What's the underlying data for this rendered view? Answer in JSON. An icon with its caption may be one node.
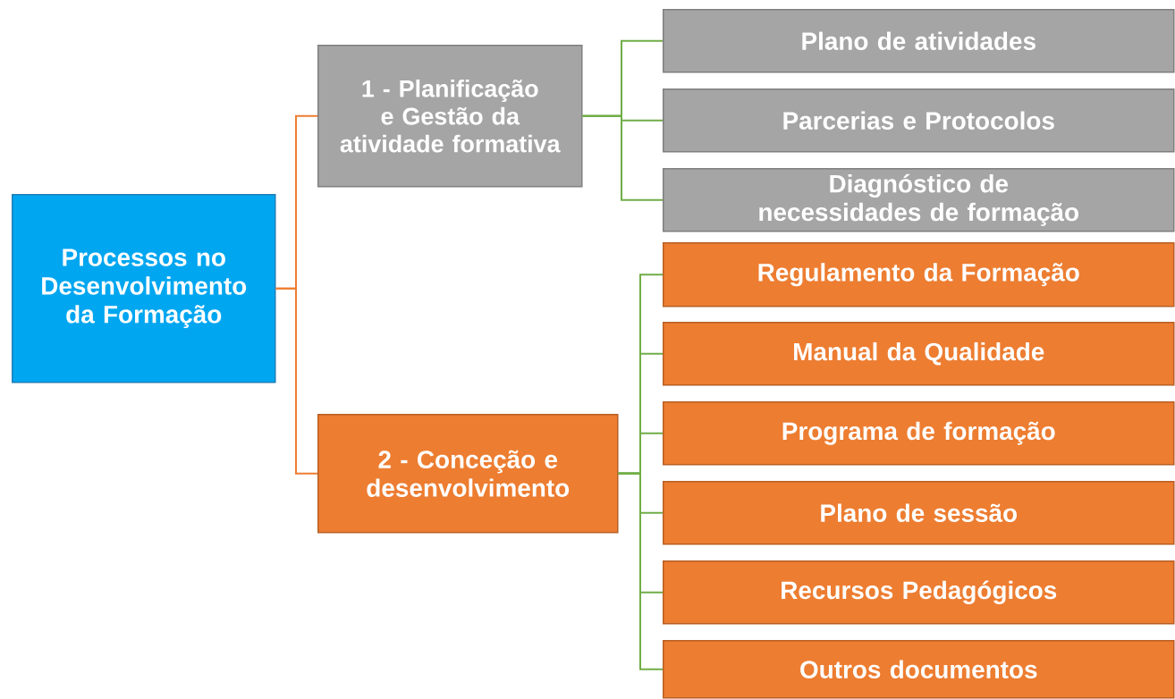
{
  "diagram": {
    "nodes": [
      {
        "text": [
          "Processos no Desenvolvimento da Formação"
        ]
      },
      {
        "text": [
          "1 - Planificação e Gestão da atividade formativa"
        ]
      },
      {
        "text": [
          "2 - Conceção e desenvolvimento"
        ]
      },
      {
        "text": [
          "Plano de atividades"
        ]
      },
      {
        "text": [
          "Parcerias e Protocolos"
        ]
      },
      {
        "text": [
          "Diagnóstico de necessidades de formação"
        ]
      },
      {
        "text": [
          "Regulamento da Formação"
        ]
      },
      {
        "text": [
          "Manual da Qualidade"
        ]
      },
      {
        "text": [
          "Programa de formação"
        ]
      },
      {
        "text": [
          "Plano de sessão"
        ]
      },
      {
        "text": [
          "Recursos Pedagógicos"
        ]
      },
      {
        "text": [
          "Outros documentos"
        ]
      }
    ],
    "edges": [
      {
        "from": 0,
        "to": 1,
        "arrow": "none",
        "color": "#ed7d31"
      },
      {
        "from": 0,
        "to": 2,
        "arrow": "none",
        "color": "#ed7d31"
      },
      {
        "from": 1,
        "to": 3,
        "arrow": "none"
      },
      {
        "from": 1,
        "to": 4,
        "arrow": "none"
      },
      {
        "from": 1,
        "to": 5,
        "arrow": "none"
      },
      {
        "from": 2,
        "to": 6,
        "arrow": "none"
      },
      {
        "from": 2,
        "to": 7,
        "arrow": "none"
      },
      {
        "from": 2,
        "to": 8,
        "arrow": "none"
      },
      {
        "from": 2,
        "to": 9,
        "arrow": "none"
      },
      {
        "from": 2,
        "to": 10,
        "arrow": "none"
      },
      {
        "from": 2,
        "to": 11,
        "arrow": "none"
      }
    ]
  }
}
